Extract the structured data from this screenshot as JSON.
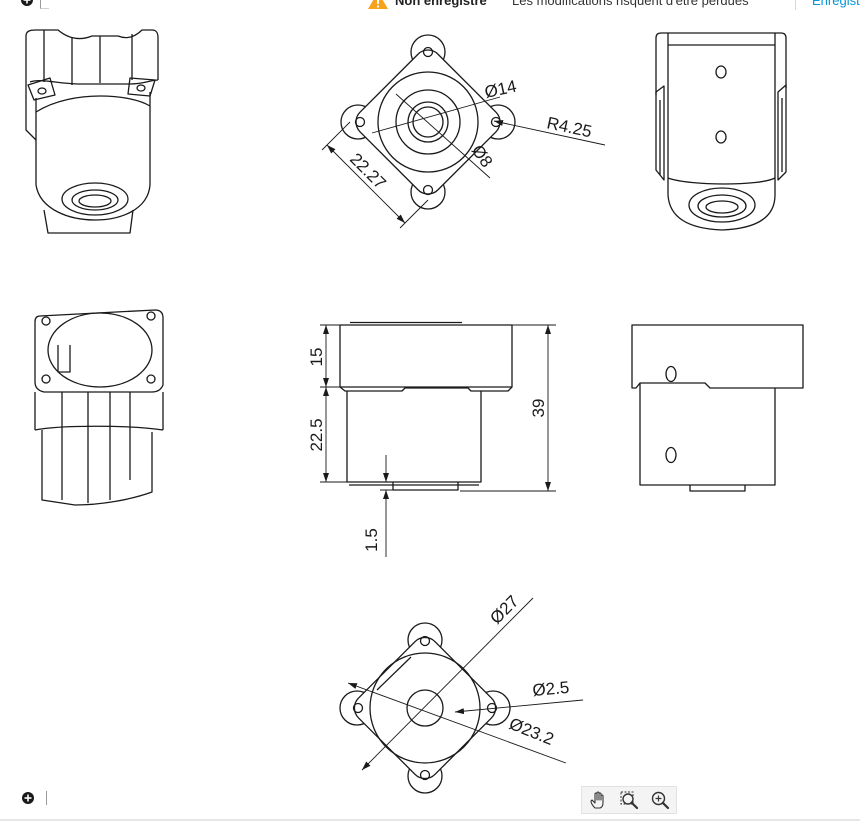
{
  "window": {
    "status": "Non enregistré",
    "message": "Les modifications risquent d'être perdues",
    "save_label": "Enregistrer"
  },
  "views": {
    "top": {
      "boss_diameter": "Ø14",
      "corner_radius": "R4.25",
      "bore_diameter": "Ø8",
      "across_flats": "22.27"
    },
    "front": {
      "flange_height": "15",
      "body_height": "22.5",
      "overall_height": "39",
      "spigot_height": "1.5"
    },
    "bottom": {
      "flange_diameter": "Ø27",
      "hole_diameter": "Ø2.5",
      "boss_diameter": "Ø23.2"
    }
  },
  "icons": {
    "warning": "warning-icon",
    "panel_top": "plus-circle-icon",
    "panel_bottom": "plus-circle-icon",
    "tools": [
      "pan-hand-icon",
      "zoom-window-icon",
      "zoom-icon"
    ]
  },
  "colors": {
    "warning": "#f6a21a",
    "link": "#0696d7",
    "line": "#1a1a1a",
    "toolbar": "#f4f4f4"
  }
}
